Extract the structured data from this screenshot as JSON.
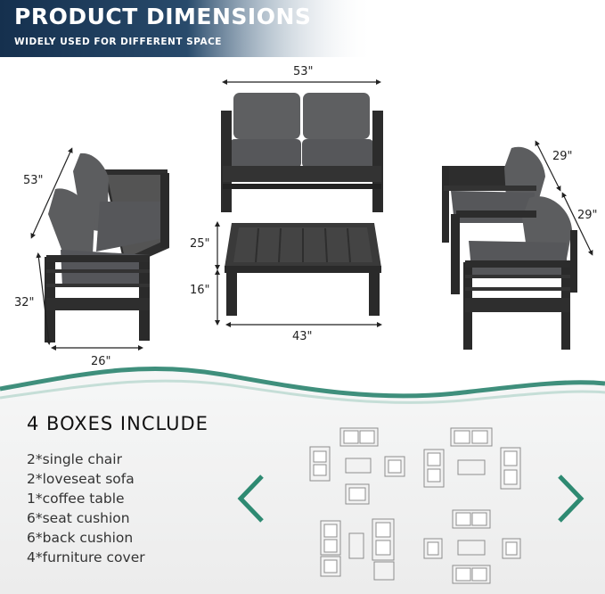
{
  "banner": {
    "title": "PRODUCT DIMENSIONS",
    "subtitle": "WIDELY USED FOR DIFFERENT SPACE",
    "color": "#15304e"
  },
  "dimensions": {
    "loveseat_width": "53\"",
    "left_sofa_length": "53\"",
    "chair_height": "32\"",
    "chair_depth": "26\"",
    "table_height_total": "25\"",
    "table_height": "16\"",
    "table_length": "43\"",
    "chair_width_top": "29\"",
    "chair_width_side": "29\""
  },
  "boxes": {
    "title": "4 BOXES INCLUDE",
    "items": [
      "2*single chair",
      "2*loveseat sofa",
      "1*coffee table",
      "6*seat cushion",
      "6*back cushion",
      "4*furniture cover"
    ]
  },
  "navigation": {
    "prev_icon": "chevron-left-icon",
    "next_icon": "chevron-right-icon",
    "color": "#2e8a72"
  },
  "colors": {
    "frame": "#2a2a2a",
    "cushion": "#58595b",
    "wave": "#3f8f7c"
  }
}
